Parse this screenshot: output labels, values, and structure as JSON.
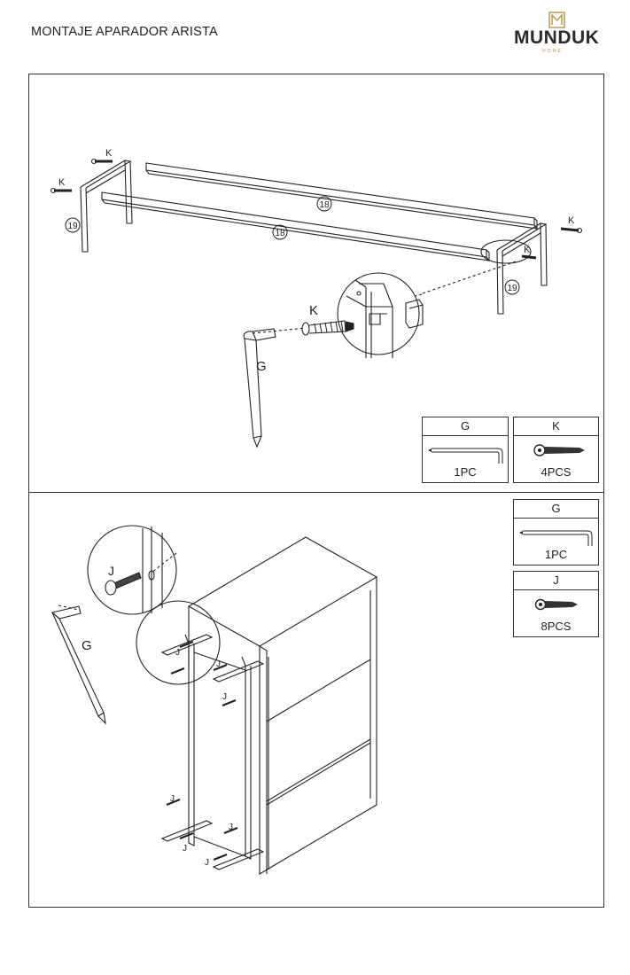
{
  "document": {
    "title": "MONTAJE APARADOR ARISTA"
  },
  "brand": {
    "name": "MUNDUK",
    "sub": "HOME",
    "icon": "munduk-monogram-icon",
    "accent_color": "#b7944a"
  },
  "step1": {
    "labels": {
      "part_18": "18",
      "part_19": "19",
      "screw_k": "K",
      "tool_g": "G"
    },
    "parts": [
      {
        "code": "G",
        "qty": "1PC",
        "icon": "allen-key-icon"
      },
      {
        "code": "K",
        "qty": "4PCS",
        "icon": "screw-icon"
      }
    ]
  },
  "step2": {
    "labels": {
      "screw_j": "J",
      "tool_g": "G"
    },
    "parts": [
      {
        "code": "G",
        "qty": "1PC",
        "icon": "allen-key-icon"
      },
      {
        "code": "J",
        "qty": "8PCS",
        "icon": "screw-icon"
      }
    ]
  }
}
